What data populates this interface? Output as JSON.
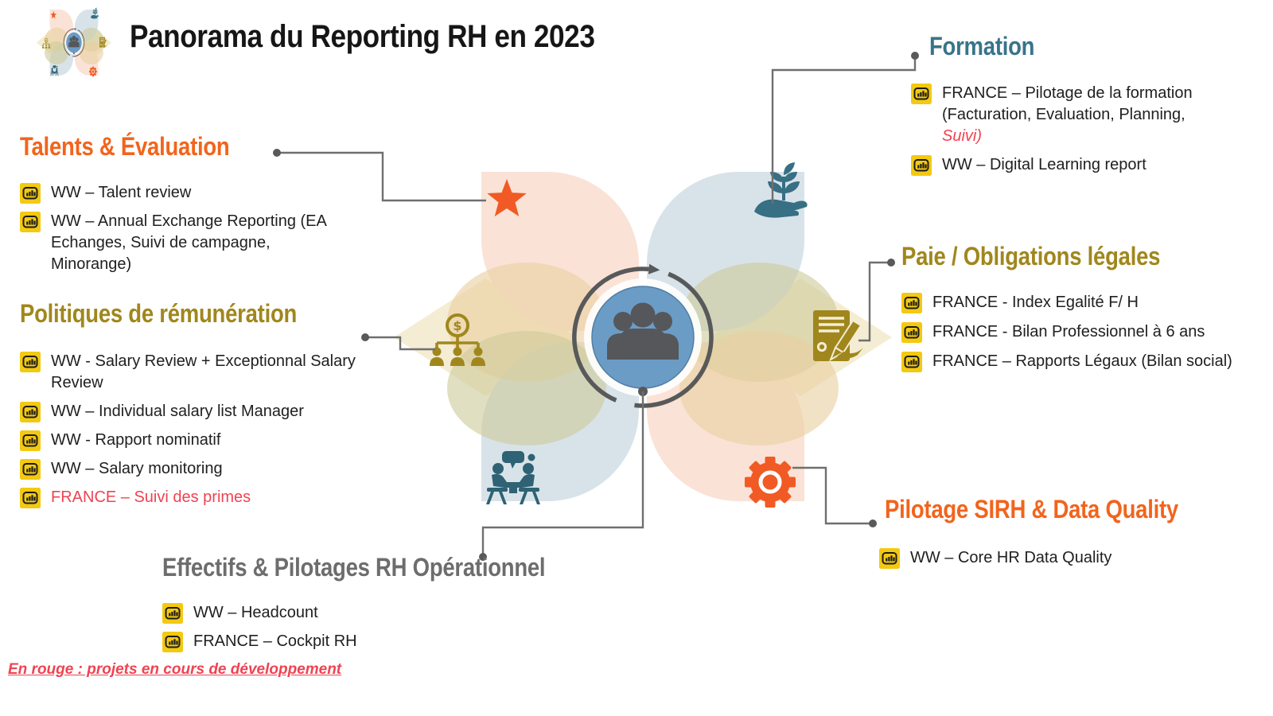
{
  "page": {
    "title": "Panorama du Reporting RH en 2023"
  },
  "legend": {
    "note": "En rouge : projets en cours de développement"
  },
  "colors": {
    "orange": "#f2641c",
    "teal": "#38748a",
    "olive": "#a0871d",
    "gray": "#6d6d6d",
    "red_in_development": "#ef4352",
    "powerbi_yellow": "#f3c911",
    "petal_pink": "#fae2d6",
    "petal_blue": "#d8e3e9",
    "petal_cream": "#f4edd3",
    "center_blue": "#6b9cc6",
    "connector_gray": "#6f6f6f"
  },
  "center": {
    "icon": "people-group-icon",
    "motif": "cycle-arrows"
  },
  "sections": [
    {
      "id": "talents",
      "title": "Talents & Évaluation",
      "color": "#f2641c",
      "petal_icon": "star-icon",
      "items": [
        {
          "icon": "power-bi-icon",
          "text": "WW – Talent review"
        },
        {
          "icon": "power-bi-icon",
          "text": "WW – Annual Exchange Reporting (EA Echanges, Suivi de campagne, Minorange)"
        }
      ]
    },
    {
      "id": "formation",
      "title": "Formation",
      "color": "#38748a",
      "petal_icon": "hand-plant-icon",
      "items": [
        {
          "icon": "power-bi-icon",
          "text": "FRANCE – Pilotage de la formation (Facturation, Evaluation, Planning, ",
          "highlight": "Suivi)",
          "highlight_color": "#ef4352"
        },
        {
          "icon": "power-bi-icon",
          "text": "WW – Digital Learning report"
        }
      ]
    },
    {
      "id": "remuneration",
      "title": "Politiques de rémunération",
      "color": "#a0871d",
      "petal_icon": "salary-orgchart-icon",
      "items": [
        {
          "icon": "power-bi-icon",
          "text": "WW - Salary Review + Exceptionnal Salary Review"
        },
        {
          "icon": "power-bi-icon",
          "text": "WW – Individual salary list Manager"
        },
        {
          "icon": "power-bi-icon",
          "text": "WW - Rapport nominatif"
        },
        {
          "icon": "power-bi-icon",
          "text": "WW – Salary monitoring"
        },
        {
          "icon": "power-bi-icon",
          "text": "FRANCE – Suivi des primes",
          "color": "#ef4352",
          "status": "en cours de développement"
        }
      ]
    },
    {
      "id": "paie",
      "title": "Paie / Obligations légales",
      "color": "#a0871d",
      "petal_icon": "document-pen-icon",
      "items": [
        {
          "icon": "power-bi-icon",
          "text": "FRANCE - Index Egalité  F/ H"
        },
        {
          "icon": "power-bi-icon",
          "text": "FRANCE - Bilan Professionnel à 6 ans"
        },
        {
          "icon": "power-bi-icon",
          "text": "FRANCE – Rapports Légaux  (Bilan social)"
        }
      ]
    },
    {
      "id": "effectifs",
      "title": "Effectifs & Pilotages RH Opérationnel",
      "color": "#6d6d6d",
      "petal_icon": "meeting-icon",
      "items": [
        {
          "icon": "power-bi-icon",
          "text": "WW – Headcount"
        },
        {
          "icon": "power-bi-icon",
          "text": "FRANCE – Cockpit RH"
        }
      ]
    },
    {
      "id": "sirh",
      "title": "Pilotage SIRH & Data Quality",
      "color": "#f2641c",
      "petal_icon": "gear-icon",
      "items": [
        {
          "icon": "power-bi-icon",
          "text": "WW – Core HR Data Quality"
        }
      ]
    }
  ]
}
